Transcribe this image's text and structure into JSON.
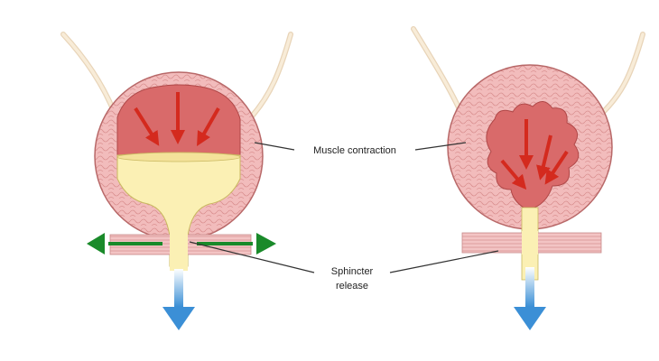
{
  "labels": {
    "muscle_contraction": "Muscle contraction",
    "sphincter_line1": "Sphincter",
    "sphincter_line2": "release"
  },
  "colors": {
    "bladder_wall": "#f0b8b8",
    "bladder_cavity": "#d96a6a",
    "urine": "#fbf0b4",
    "ureter": "#f6e6cc",
    "sphincter": "#efb8b8",
    "contraction_arrow": "#d42a1e",
    "release_arrow": "#1a8a2a",
    "flow_arrow": "#4a9ad6"
  },
  "icons": [
    "contraction-arrow-icon",
    "sphincter-release-arrow-icon",
    "urine-flow-arrow-icon"
  ]
}
